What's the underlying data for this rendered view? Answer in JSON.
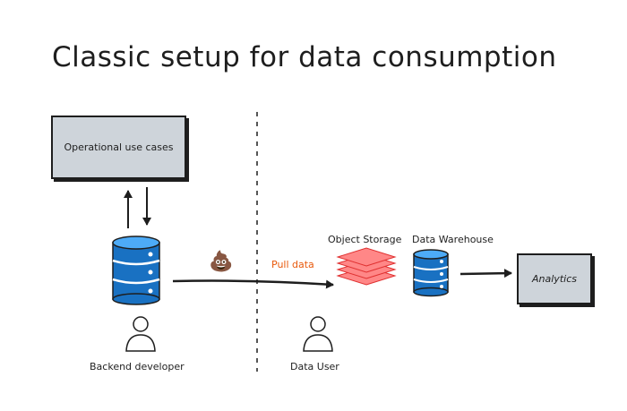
{
  "title": "Classic setup for data consumption",
  "nodes": {
    "operational": "Operational use cases",
    "analytics": "Analytics",
    "object_storage": "Object Storage",
    "data_warehouse": "Data Warehouse",
    "backend_developer": "Backend developer",
    "data_user": "Data User"
  },
  "edges": {
    "pull_label": "Pull data",
    "poop_emoji": "💩"
  },
  "colors": {
    "box_fill": "#ced4da",
    "db_blue": "#1971c2",
    "db_light": "#4dabf7",
    "storage_pink": "#ff8787",
    "pull_orange": "#e8590c",
    "stroke": "#1e1e1e"
  }
}
